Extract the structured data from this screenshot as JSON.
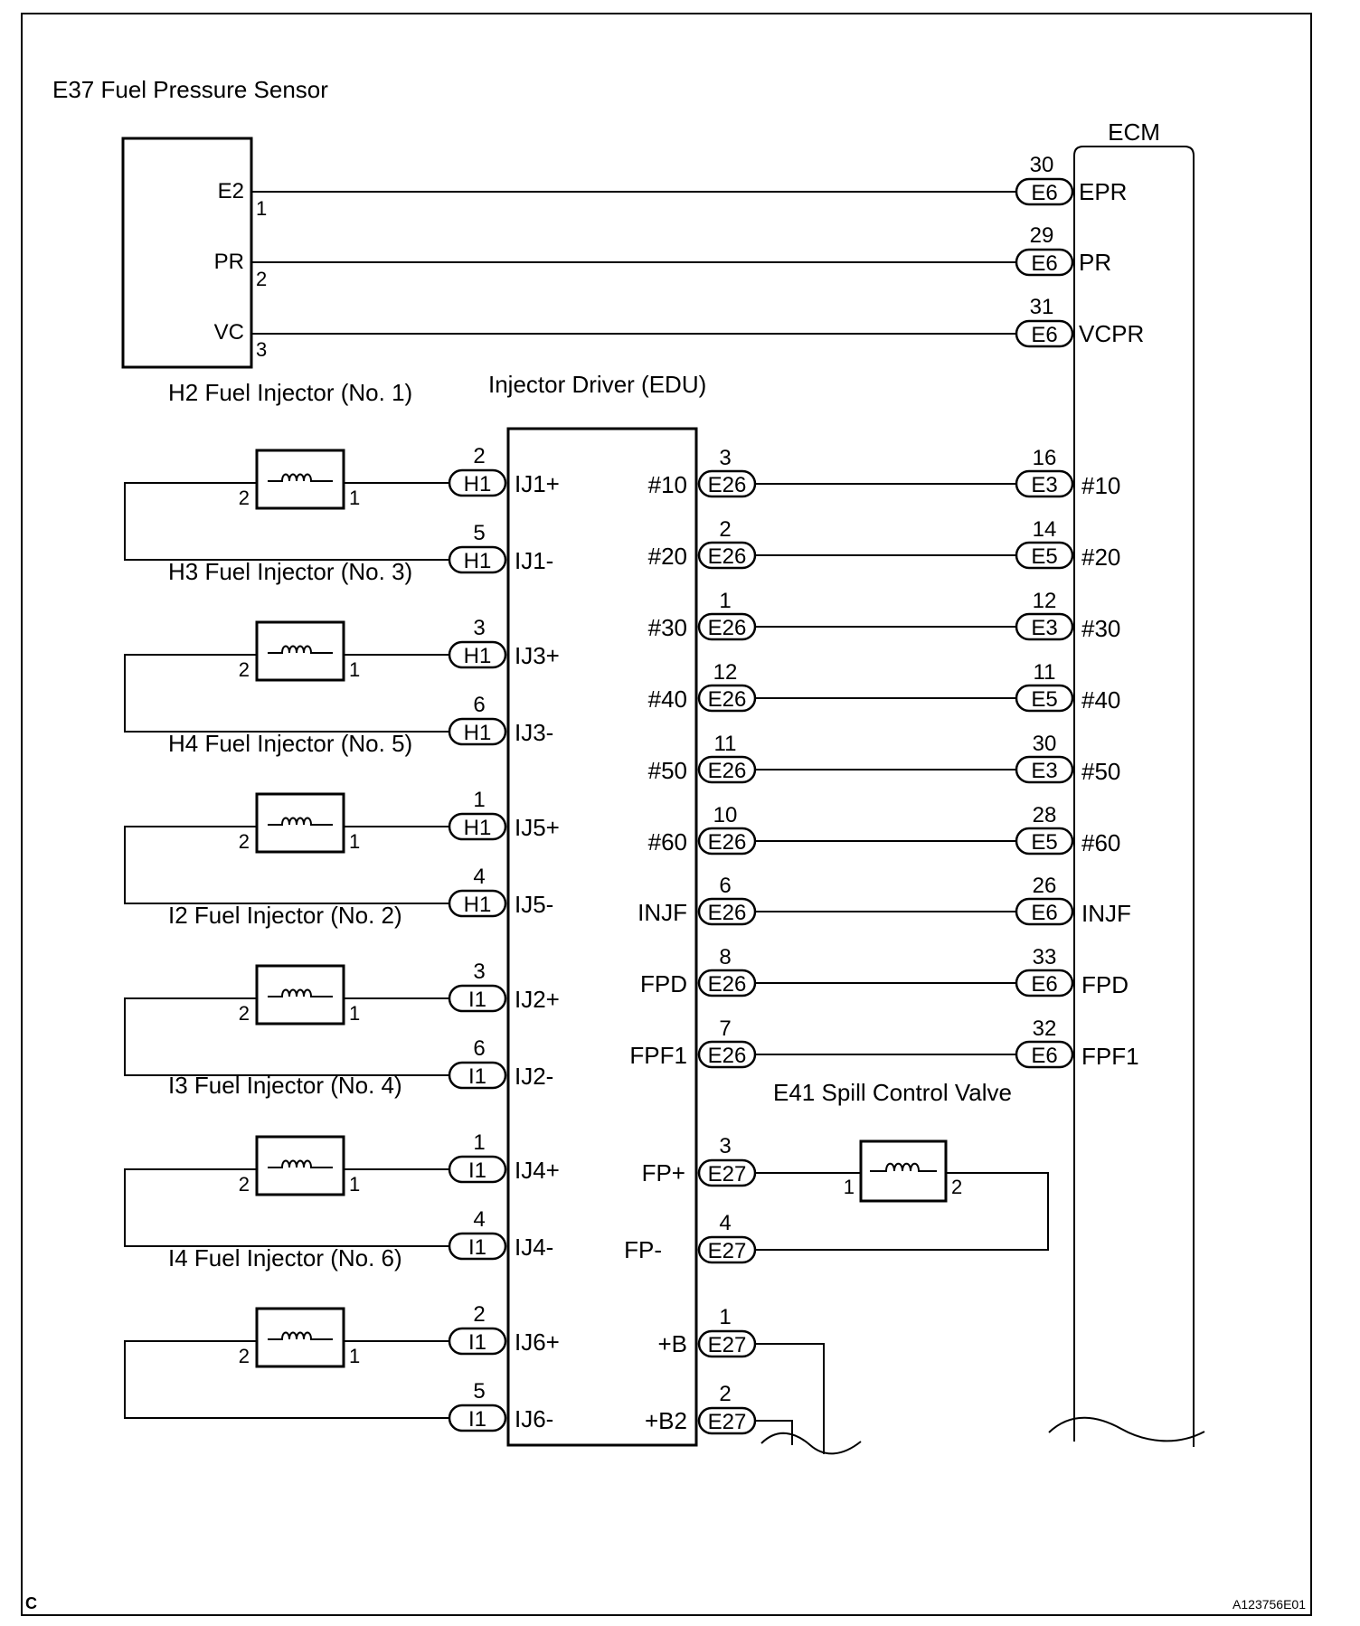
{
  "corner_letter": "C",
  "figure_id": "A123756E01",
  "sensor": {
    "title": "E37 Fuel Pressure Sensor",
    "terminals": [
      {
        "name": "E2",
        "pin": "1"
      },
      {
        "name": "PR",
        "pin": "2"
      },
      {
        "name": "VC",
        "pin": "3"
      }
    ]
  },
  "ecm": {
    "title": "ECM",
    "sensor_inputs": [
      {
        "pin": "30",
        "conn": "E6",
        "name": "EPR"
      },
      {
        "pin": "29",
        "conn": "E6",
        "name": "PR"
      },
      {
        "pin": "31",
        "conn": "E6",
        "name": "VCPR"
      }
    ]
  },
  "edu": {
    "title": "Injector Driver (EDU)"
  },
  "injectors": [
    {
      "title": "H2 Fuel Injector (No. 1)",
      "end_pin": "2",
      "start_pin": "1",
      "plus": {
        "pin": "2",
        "conn": "H1",
        "term": "IJ1+"
      },
      "minus": {
        "pin": "5",
        "conn": "H1",
        "term": "IJ1-"
      }
    },
    {
      "title": "H3 Fuel Injector (No. 3)",
      "end_pin": "2",
      "start_pin": "1",
      "plus": {
        "pin": "3",
        "conn": "H1",
        "term": "IJ3+"
      },
      "minus": {
        "pin": "6",
        "conn": "H1",
        "term": "IJ3-"
      }
    },
    {
      "title": "H4 Fuel Injector (No. 5)",
      "end_pin": "2",
      "start_pin": "1",
      "plus": {
        "pin": "1",
        "conn": "H1",
        "term": "IJ5+"
      },
      "minus": {
        "pin": "4",
        "conn": "H1",
        "term": "IJ5-"
      }
    },
    {
      "title": "I2 Fuel Injector (No. 2)",
      "end_pin": "2",
      "start_pin": "1",
      "plus": {
        "pin": "3",
        "conn": "I1",
        "term": "IJ2+"
      },
      "minus": {
        "pin": "6",
        "conn": "I1",
        "term": "IJ2-"
      }
    },
    {
      "title": "I3 Fuel Injector (No. 4)",
      "end_pin": "2",
      "start_pin": "1",
      "plus": {
        "pin": "1",
        "conn": "I1",
        "term": "IJ4+"
      },
      "minus": {
        "pin": "4",
        "conn": "I1",
        "term": "IJ4-"
      }
    },
    {
      "title": "I4 Fuel Injector (No. 6)",
      "end_pin": "2",
      "start_pin": "1",
      "plus": {
        "pin": "2",
        "conn": "I1",
        "term": "IJ6+"
      },
      "minus": {
        "pin": "5",
        "conn": "I1",
        "term": "IJ6-"
      }
    }
  ],
  "edu_to_ecm": [
    {
      "edu_term": "#10",
      "edu_pin": "3",
      "edu_conn": "E26",
      "ecm_pin": "16",
      "ecm_conn": "E3",
      "ecm_term": "#10"
    },
    {
      "edu_term": "#20",
      "edu_pin": "2",
      "edu_conn": "E26",
      "ecm_pin": "14",
      "ecm_conn": "E5",
      "ecm_term": "#20"
    },
    {
      "edu_term": "#30",
      "edu_pin": "1",
      "edu_conn": "E26",
      "ecm_pin": "12",
      "ecm_conn": "E3",
      "ecm_term": "#30"
    },
    {
      "edu_term": "#40",
      "edu_pin": "12",
      "edu_conn": "E26",
      "ecm_pin": "11",
      "ecm_conn": "E5",
      "ecm_term": "#40"
    },
    {
      "edu_term": "#50",
      "edu_pin": "11",
      "edu_conn": "E26",
      "ecm_pin": "30",
      "ecm_conn": "E3",
      "ecm_term": "#50"
    },
    {
      "edu_term": "#60",
      "edu_pin": "10",
      "edu_conn": "E26",
      "ecm_pin": "28",
      "ecm_conn": "E5",
      "ecm_term": "#60"
    },
    {
      "edu_term": "INJF",
      "edu_pin": "6",
      "edu_conn": "E26",
      "ecm_pin": "26",
      "ecm_conn": "E6",
      "ecm_term": "INJF"
    },
    {
      "edu_term": "FPD",
      "edu_pin": "8",
      "edu_conn": "E26",
      "ecm_pin": "33",
      "ecm_conn": "E6",
      "ecm_term": "FPD"
    },
    {
      "edu_term": "FPF1",
      "edu_pin": "7",
      "edu_conn": "E26",
      "ecm_pin": "32",
      "ecm_conn": "E6",
      "ecm_term": "FPF1"
    }
  ],
  "spill_valve": {
    "title": "E41 Spill Control Valve",
    "left_pin": "1",
    "right_pin": "2",
    "plus": {
      "edu_term": "FP+",
      "pin": "3",
      "conn": "E27"
    },
    "minus": {
      "edu_term": "FP-",
      "pin": "4",
      "conn": "E27"
    }
  },
  "power": [
    {
      "edu_term": "+B",
      "pin": "1",
      "conn": "E27"
    },
    {
      "edu_term": "+B2",
      "pin": "2",
      "conn": "E27"
    }
  ]
}
